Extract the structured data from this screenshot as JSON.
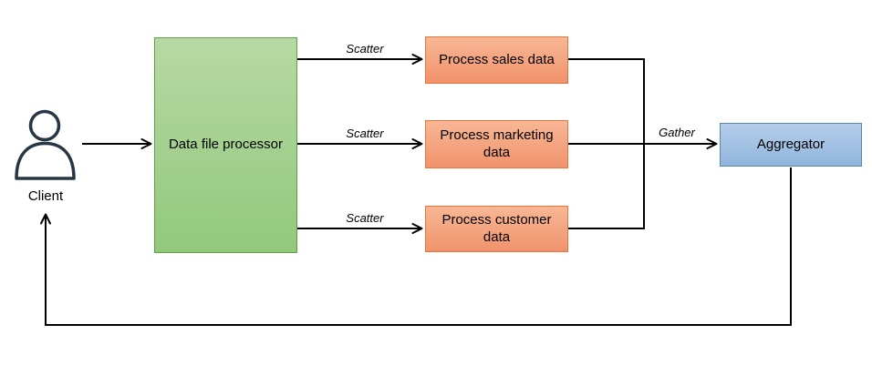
{
  "nodes": {
    "client": {
      "label": "Client"
    },
    "processor": {
      "label": "Data file processor"
    },
    "workers": [
      {
        "label": "Process sales data"
      },
      {
        "label": "Process marketing data"
      },
      {
        "label": "Process customer data"
      }
    ],
    "aggregator": {
      "label": "Aggregator"
    }
  },
  "edges": {
    "scatter_labels": [
      "Scatter",
      "Scatter",
      "Scatter"
    ],
    "gather_label": "Gather"
  },
  "colors": {
    "processor_fill_top": "#b7d9a3",
    "processor_fill_bottom": "#92c87c",
    "processor_border": "#5ca143",
    "worker_fill_top": "#f8b795",
    "worker_fill_bottom": "#f0936c",
    "worker_border": "#e8763c",
    "aggregator_fill_top": "#b5cde9",
    "aggregator_fill_bottom": "#90b5dd",
    "aggregator_border": "#5a87ba",
    "connector_line": "#000000",
    "person_icon_stroke": "#263645",
    "background": "#ffffff"
  }
}
